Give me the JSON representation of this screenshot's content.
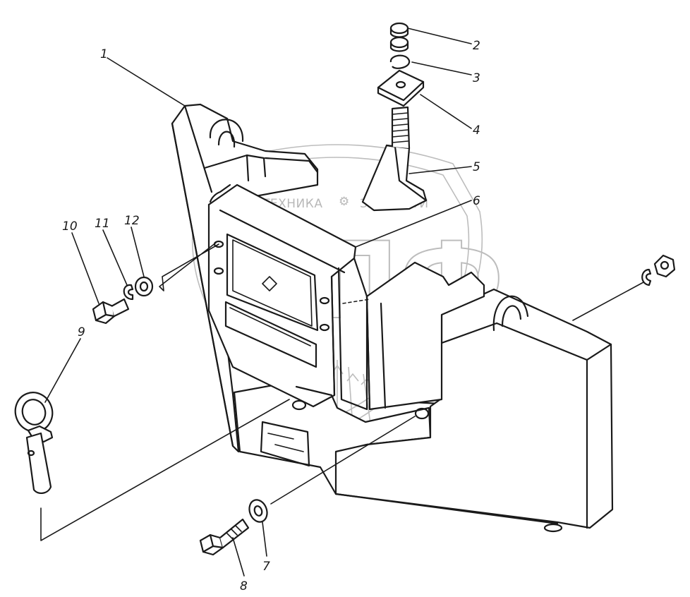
{
  "watermark": {
    "brand_left": "ТЕХНИКА",
    "brand_right": "ЗАПЧАСТИ",
    "monogram": "ЭПФ"
  },
  "callouts": [
    "1",
    "2",
    "3",
    "4",
    "5",
    "6",
    "7",
    "8",
    "9",
    "10",
    "11",
    "12"
  ]
}
